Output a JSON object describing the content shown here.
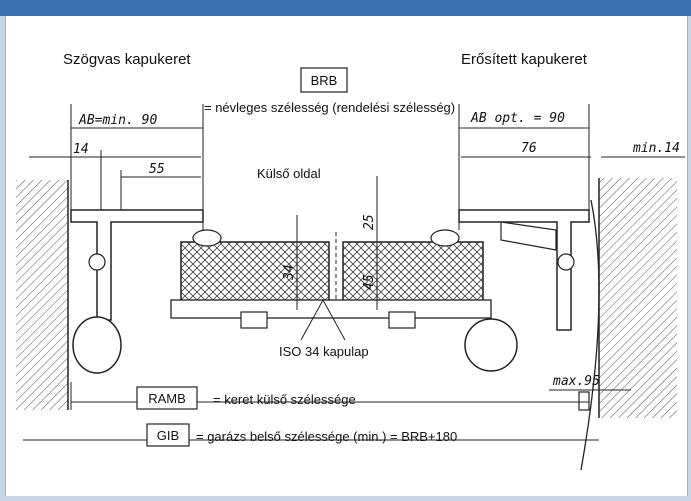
{
  "header": {
    "accent": "#3d6fb3"
  },
  "left_title": "Szögvas kapukeret",
  "right_title": "Erősített kapukeret",
  "brb": {
    "box": "BRB",
    "desc": "= névleges szélesség (rendelési szélesség)"
  },
  "outer_side": "Külső oldal",
  "panel_label": "ISO 34 kapulap",
  "ramb": {
    "box": "RAMB",
    "desc": "= keret külső szélessége"
  },
  "gib": {
    "box": "GIB",
    "desc": "= garázs belső szélessége (min.) = BRB+180"
  },
  "dims": {
    "ab_min": "AB=min. 90",
    "ab_opt": "AB opt. = 90",
    "d14": "14",
    "d55": "55",
    "d76": "76",
    "min14": "min.14",
    "d25": "25",
    "d34": "34",
    "d45": "45",
    "max95": "max.95"
  }
}
